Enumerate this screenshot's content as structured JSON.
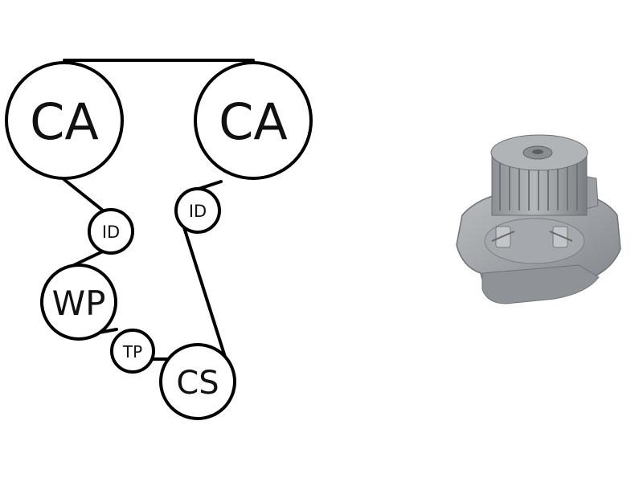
{
  "diagram": {
    "pulleys": [
      {
        "id": "cam-left",
        "label": "CA"
      },
      {
        "id": "cam-right",
        "label": "CA"
      },
      {
        "id": "idler-left",
        "label": "ID"
      },
      {
        "id": "idler-right",
        "label": "ID"
      },
      {
        "id": "water-pump",
        "label": "WP"
      },
      {
        "id": "tensioner",
        "label": "TP"
      },
      {
        "id": "crankshaft",
        "label": "CS"
      }
    ]
  },
  "product_image": {
    "subject": "water-pump-with-gear-pulley"
  }
}
